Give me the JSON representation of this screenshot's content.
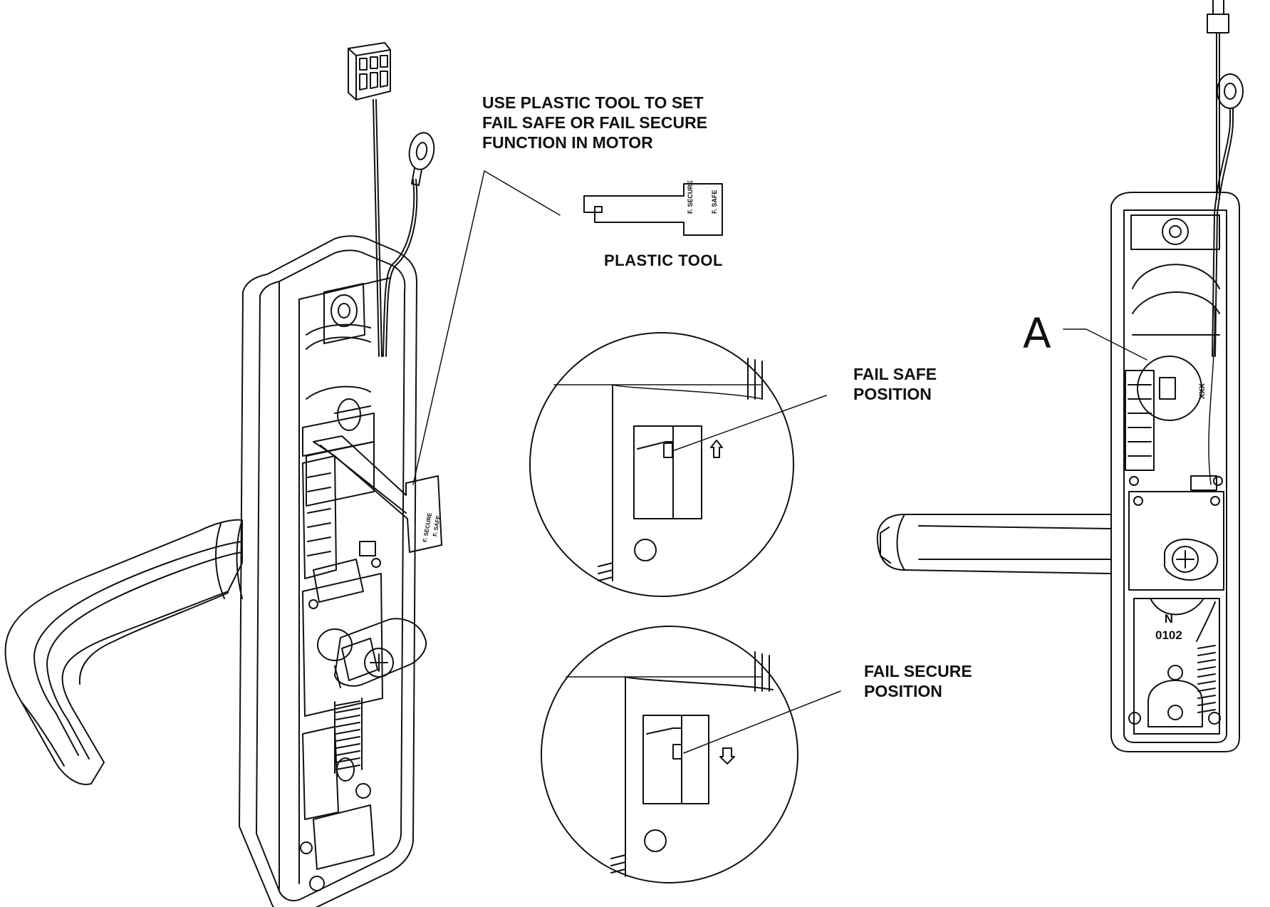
{
  "callouts": {
    "instruction": [
      "USE PLASTIC TOOL TO SET",
      "FAIL SAFE OR FAIL SECURE",
      "FUNCTION IN MOTOR"
    ],
    "plastic_tool": "PLASTIC TOOL",
    "fail_safe": [
      "FAIL SAFE",
      "POSITION"
    ],
    "fail_secure": [
      "FAIL SECURE",
      "POSITION"
    ],
    "marker_a": "A"
  },
  "tool_labels": {
    "secure": "F. SECURE",
    "safe": "F. SAFE"
  },
  "lock_markings": {
    "letter": "N",
    "code": "0102",
    "xxx": "XXX"
  }
}
